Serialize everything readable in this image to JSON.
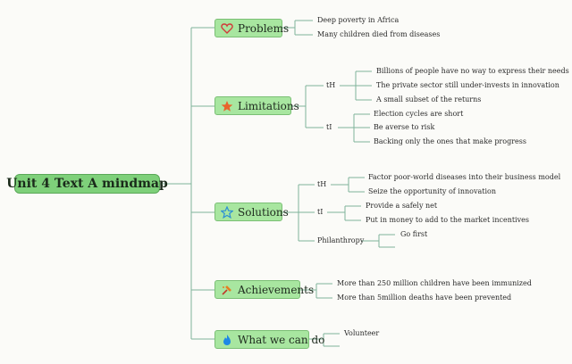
{
  "root": {
    "label": "Unit 4 Text A mindmap"
  },
  "branches": [
    {
      "label": "Problems",
      "icon": "heart-icon",
      "leaves": [
        "Deep poverty in Africa",
        "Many children died from diseases"
      ]
    },
    {
      "label": "Limitations",
      "icon": "star-icon",
      "groups": [
        {
          "label": "tH",
          "leaves": [
            "Billions of people have no way to express their needs",
            "The private sector still under-invests in innovation",
            "A small subset of the returns"
          ]
        },
        {
          "label": "tI",
          "leaves": [
            "Election cycles are short",
            "Be averse to risk",
            "Backing only the ones that make progress"
          ]
        }
      ]
    },
    {
      "label": "Solutions",
      "icon": "star-outline-icon",
      "groups": [
        {
          "label": "tH",
          "leaves": [
            "Factor poor-world diseases into their business model",
            "Seize the opportunity of innovation"
          ]
        },
        {
          "label": "tI",
          "leaves": [
            "Provide a safely net",
            "Put in money to add to the market incentives"
          ]
        },
        {
          "label": "Philanthropy",
          "leaves": [
            "Go first"
          ]
        }
      ]
    },
    {
      "label": "Achievements",
      "icon": "hammer-icon",
      "leaves": [
        "More than 250 million children have been immunized",
        "More than 5million deaths have been prevented"
      ]
    },
    {
      "label": "What we can do",
      "icon": "flame-icon",
      "leaves": [
        "Volunteer"
      ]
    }
  ],
  "colors": {
    "root_fill": "#7ed07a",
    "branch_fill": "#a8e6a0",
    "line": "#6fae8a"
  }
}
